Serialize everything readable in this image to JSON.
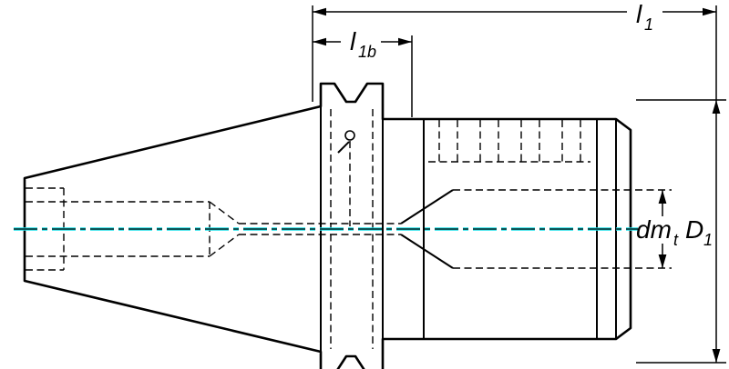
{
  "figure": {
    "background": "#ffffff",
    "body_fill": "#a9c6ca",
    "line_color": "#000000",
    "centerline_color": "#1edfe8"
  },
  "labels": {
    "l1": {
      "base": "l",
      "sub": "1"
    },
    "l1b": {
      "base": "l",
      "sub": "1b"
    },
    "dmt": {
      "base": "dm",
      "sub": "t"
    },
    "D1": {
      "base": "D",
      "sub": "1"
    }
  }
}
